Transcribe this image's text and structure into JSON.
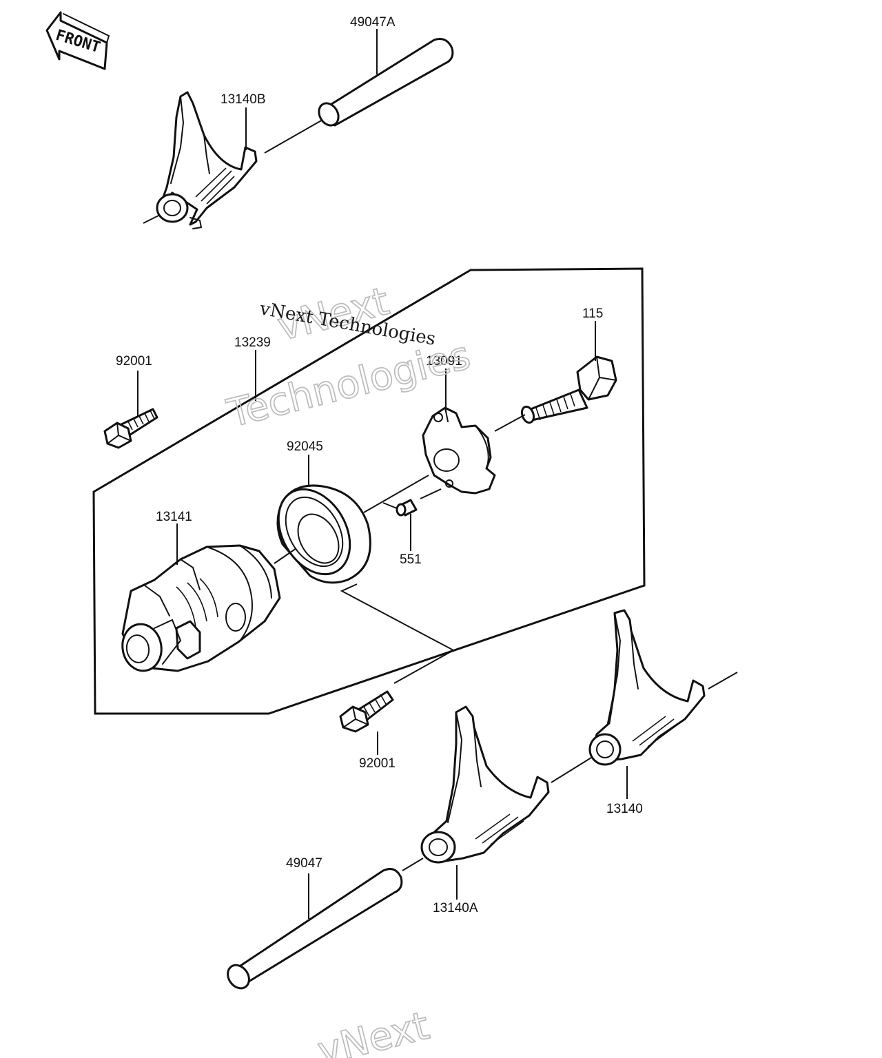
{
  "front_arrow": {
    "text": "FRONT"
  },
  "watermark": {
    "outline_line1": "vNext",
    "outline_line2": "Technologies",
    "serif_text": "vNext Technologies",
    "footer_partial": "vNext"
  },
  "parts": [
    {
      "id": "p49047A",
      "label": "49047A"
    },
    {
      "id": "p13140B",
      "label": "13140B"
    },
    {
      "id": "p115",
      "label": "115"
    },
    {
      "id": "p13239",
      "label": "13239"
    },
    {
      "id": "p92001a",
      "label": "92001"
    },
    {
      "id": "p13091",
      "label": "13091"
    },
    {
      "id": "p92045",
      "label": "92045"
    },
    {
      "id": "p13141",
      "label": "13141"
    },
    {
      "id": "p551",
      "label": "551"
    },
    {
      "id": "p92001b",
      "label": "92001"
    },
    {
      "id": "p13140",
      "label": "13140"
    },
    {
      "id": "p49047",
      "label": "49047"
    },
    {
      "id": "p13140A",
      "label": "13140A"
    }
  ]
}
